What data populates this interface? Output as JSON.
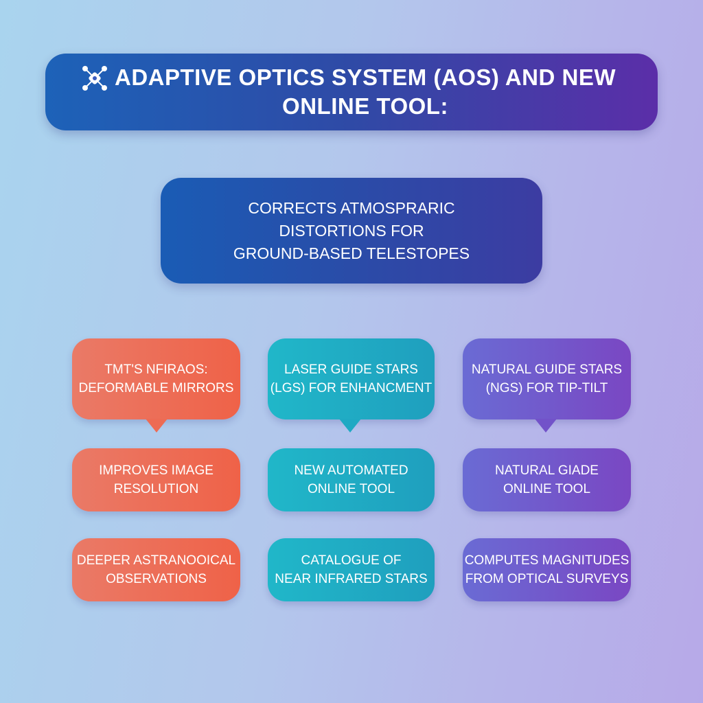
{
  "title": {
    "text": "ADAPTIVE OPTICS SYSTEM (AOS) AND NEW\nONLINE TOOL:",
    "icon": "satellite-icon"
  },
  "main": {
    "text": "CORRECTS ATMOSPRARIC\nDISTORTIONS FOR\nGROUND-BASED TELESTOPES"
  },
  "columns": [
    {
      "color": "#ef6a52",
      "items": [
        "TMT'S NFIRAOS:\nDEFORMABLE MIRRORS",
        "IMPROVES IMAGE\nRESOLUTION",
        "DEEPER ASTRANOOICAL\nOBSERVATIONS"
      ]
    },
    {
      "color": "#1faac4",
      "items": [
        "LASER GUIDE STARS\n(LGS) FOR ENHANCMENT",
        "NEW AUTOMATED\nONLINE TOOL",
        "CATALOGUE OF\nNEAR INFRARED STARS"
      ]
    },
    {
      "color": "#7356cb",
      "items": [
        "NATURAL GUIDE STARS\n(NGS) FOR TIP-TILT",
        "NATURAL GIADE\nONLINE TOOL",
        "COMPUTES MAGNITUDES\nFROM OPTICAL SURVEYS"
      ]
    }
  ]
}
